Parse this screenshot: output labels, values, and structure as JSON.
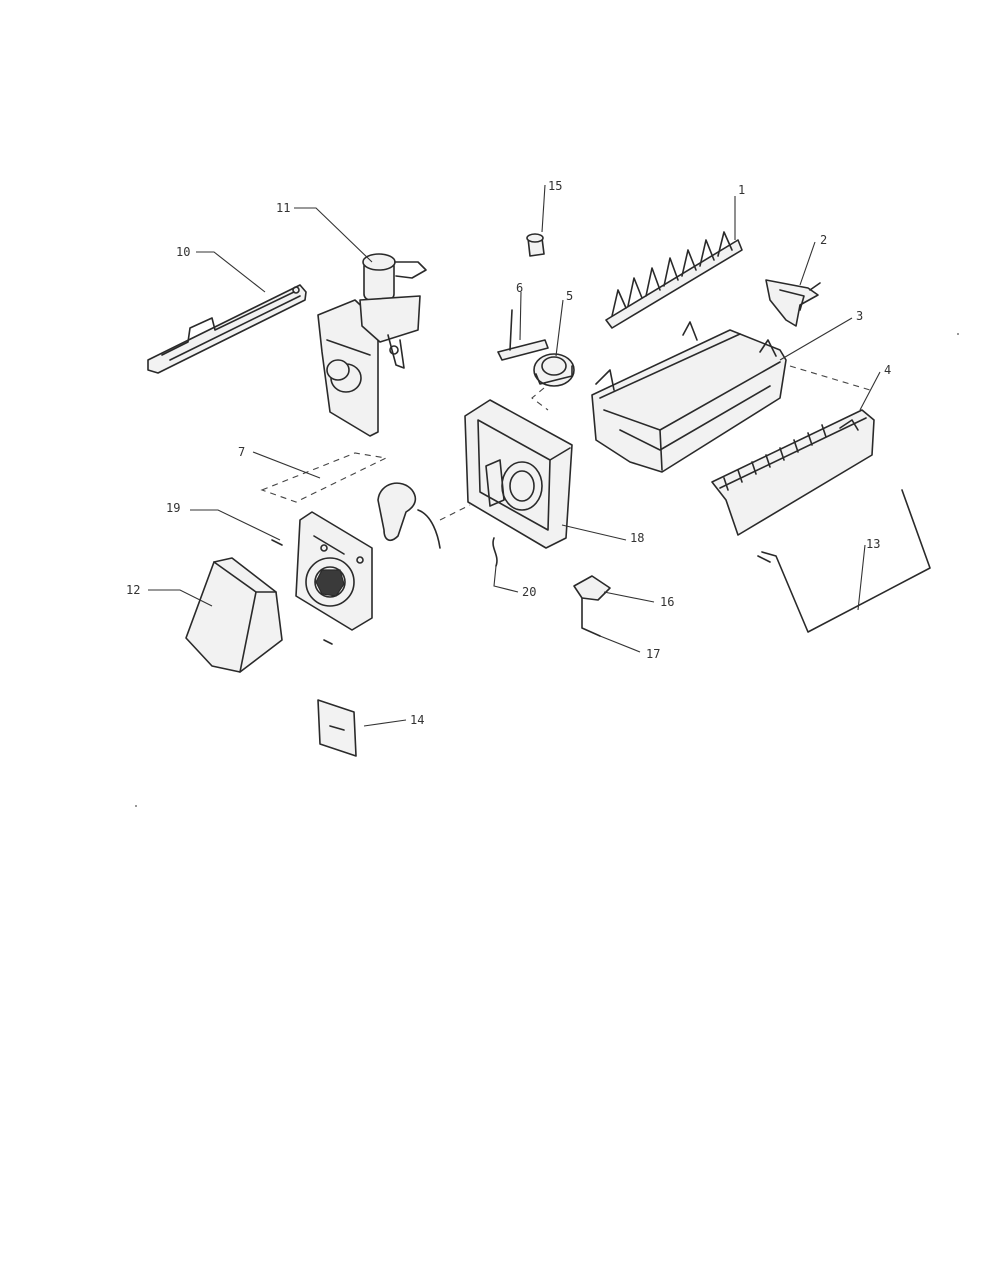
{
  "callouts": {
    "c1": "1",
    "c2": "2",
    "c3": "3",
    "c4": "4",
    "c5": "5",
    "c6": "6",
    "c7": "7",
    "c10": "10",
    "c11": "11",
    "c12": "12",
    "c13": "13",
    "c14": "14",
    "c15": "15",
    "c16": "16",
    "c17": "17",
    "c18": "18",
    "c19": "19",
    "c20": "20"
  }
}
